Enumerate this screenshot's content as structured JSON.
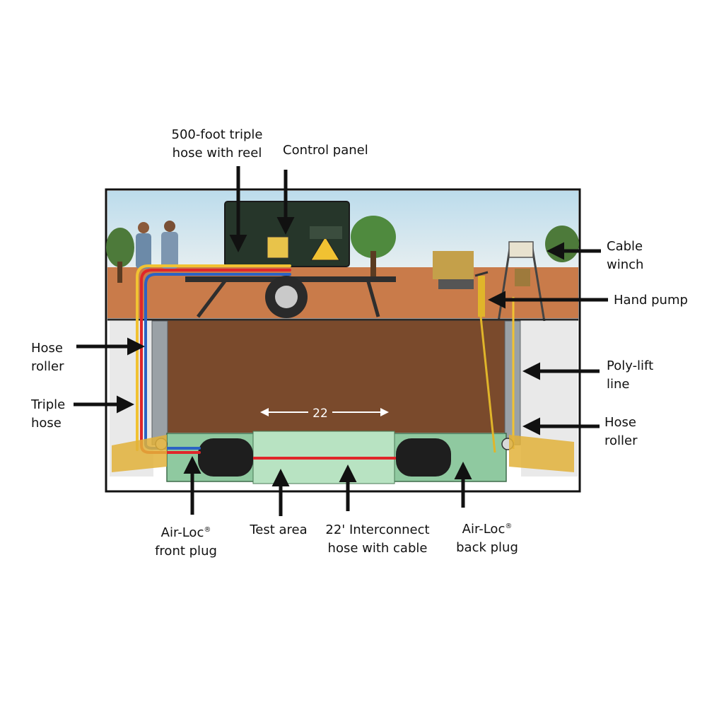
{
  "labels": {
    "triple_hose_reel": [
      "500-foot triple",
      "hose with reel"
    ],
    "control_panel": [
      "Control panel"
    ],
    "cable_winch": [
      "Cable",
      "winch"
    ],
    "hand_pump": [
      "Hand pump"
    ],
    "hose_roller_left": [
      "Hose",
      "roller"
    ],
    "triple_hose": [
      "Triple",
      "hose"
    ],
    "poly_lift_line": [
      "Poly-lift",
      "line"
    ],
    "hose_roller_right": [
      "Hose",
      "roller"
    ],
    "front_plug": [
      "Air-Loc",
      "front plug"
    ],
    "test_area": [
      "Test area"
    ],
    "interconnect_hose": [
      "22' Interconnect",
      "hose with cable"
    ],
    "back_plug": [
      "Air-Loc",
      "back plug"
    ],
    "registered_mark": "®",
    "dimension": "22"
  },
  "colors": {
    "sky": "#9ec7de",
    "soil_surface": "#c97b4a",
    "trench_soil": "#7a4a2c",
    "pipe": "#8fc9a0",
    "plug": "#1e1e1e",
    "hose_red": "#e0262a",
    "hose_blue": "#2b63c4",
    "hose_yellow": "#f1c232",
    "trailer": "#26362a",
    "arrow": "#111111"
  }
}
